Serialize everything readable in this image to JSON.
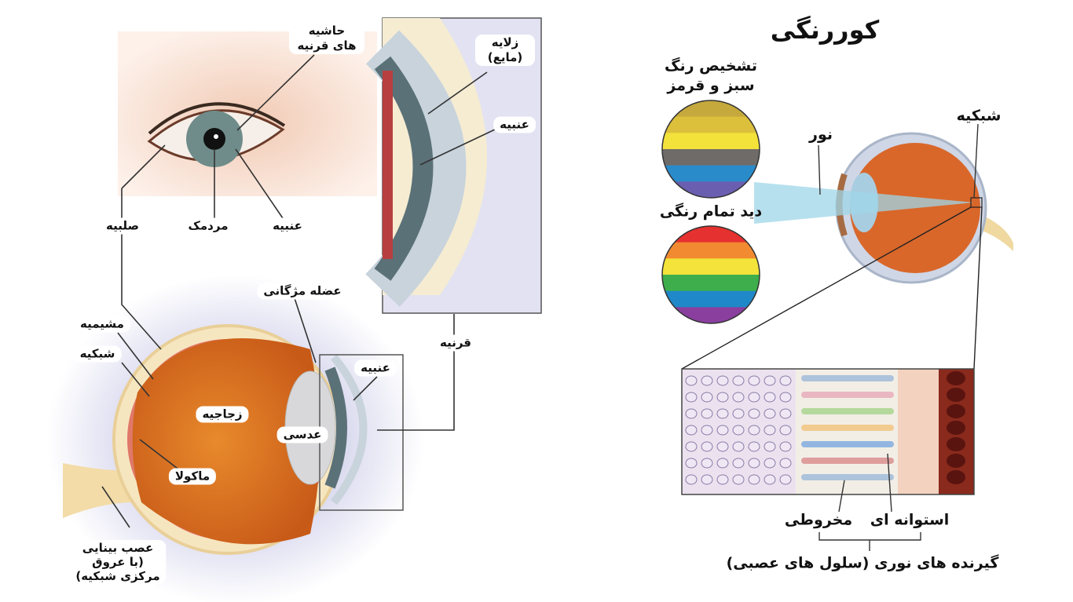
{
  "left_diagram": {
    "labels": {
      "corneal_margin": "حاشیه های قرنیه",
      "aqueous": "زلایه (مایع)",
      "iris_inset": "عنبیه",
      "sclera": "صلبیه",
      "pupil": "مردمک",
      "iris_front": "عنبیه",
      "ciliary_muscle": "عضله مژگانی",
      "choroid": "مشیمیه",
      "retina": "شبکیه",
      "cornea": "قرنیه",
      "iris_section": "عنبیه",
      "vitreous": "زجاجیه",
      "lens": "عدسی",
      "macula": "ماکولا",
      "optic_nerve_1": "عصب بینایی",
      "optic_nerve_2": "(با عروق",
      "optic_nerve_3": "مرکزی شبکیه)"
    }
  },
  "right_diagram": {
    "title": "کوررنگی",
    "red_green_line1": "تشخیص رنگ",
    "red_green_line2": "سبز و قرمز",
    "full_color": "دید تمام رنگی",
    "light": "نور",
    "retina": "شبکیه",
    "cones": "مخروطی",
    "rods": "استوانه ای",
    "photoreceptors": "گیرنده های نوری (سلول های عصبی)",
    "red_green_colors": [
      "#c6a93c",
      "#dcc03c",
      "#f3e23a",
      "#6f6b69",
      "#2a8bcb",
      "#6a5eb0"
    ],
    "full_colors": [
      "#e5312f",
      "#f28a31",
      "#f3e33a",
      "#3dae4b",
      "#1f88c8",
      "#8a3f9f"
    ]
  }
}
